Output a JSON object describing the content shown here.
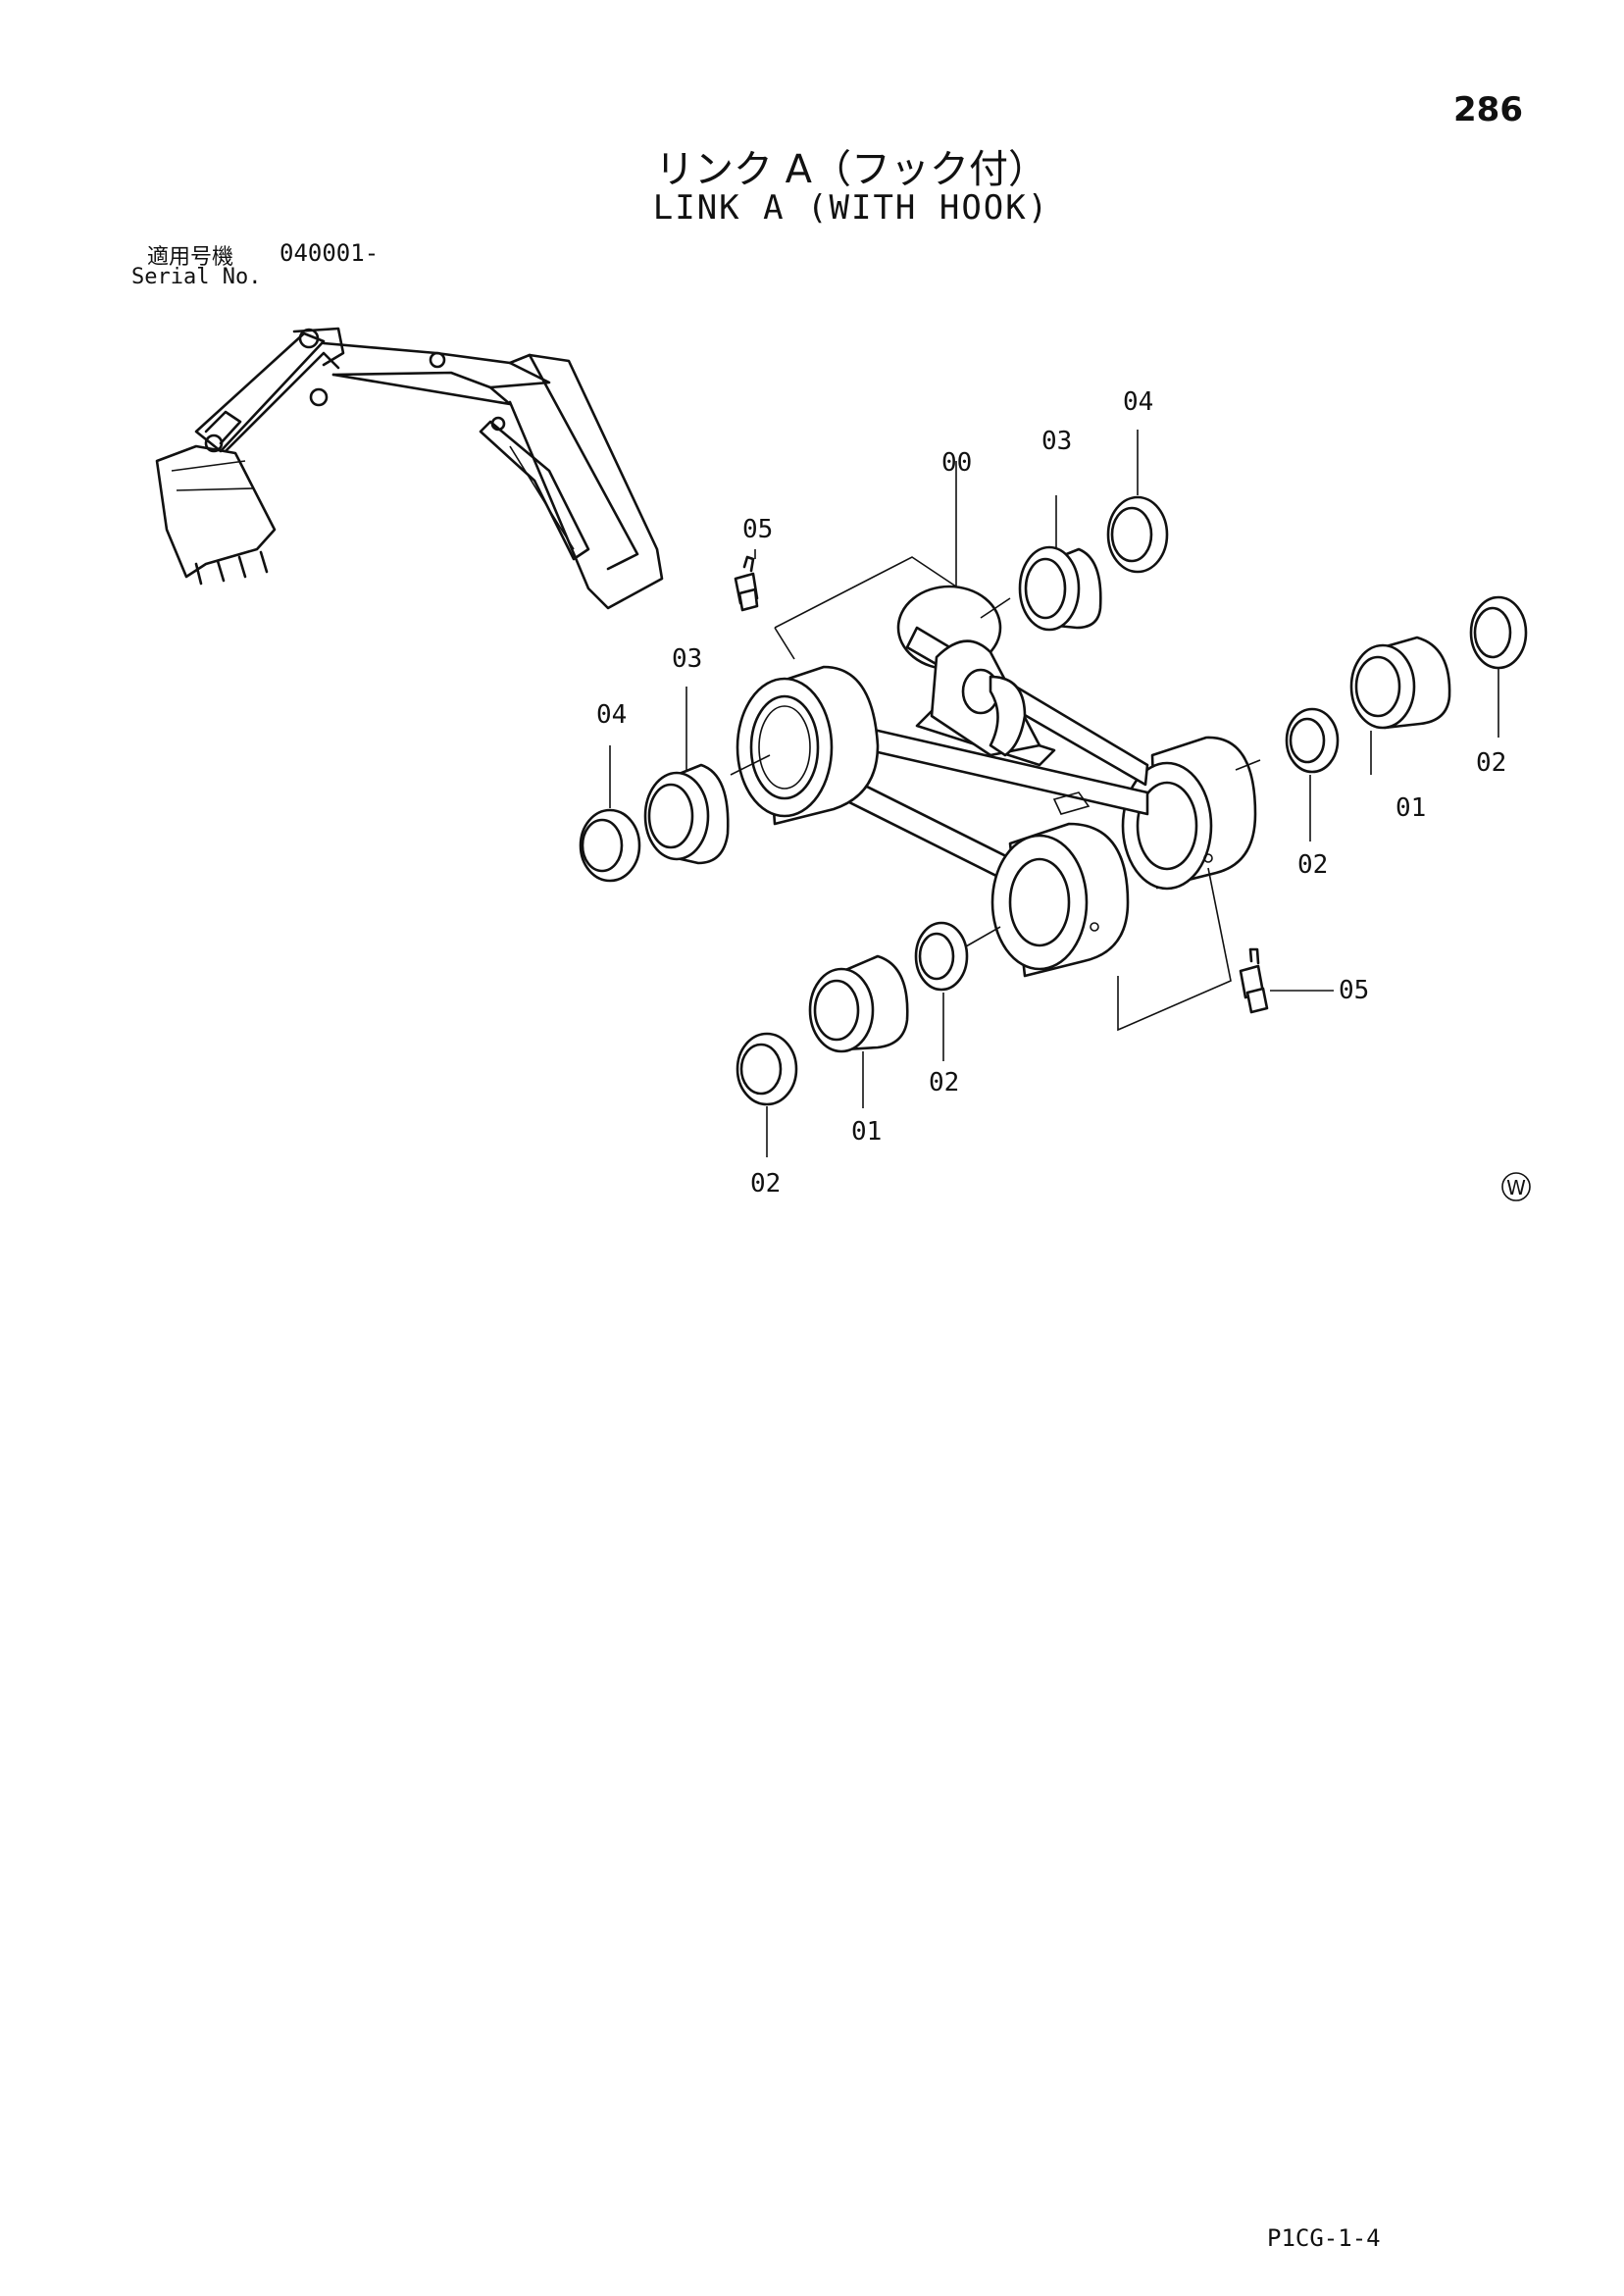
{
  "page_number": "286",
  "title_ja": "リンク A（フック付）",
  "title_en": "LINK A (WITH HOOK)",
  "serial": {
    "label_ja": "適用号機",
    "value": "040001-",
    "label_en": "Serial No."
  },
  "part_labels": {
    "p00": "00",
    "p01a": "01",
    "p01b": "01",
    "p02a": "02",
    "p02b": "02",
    "p02c": "02",
    "p02d": "02",
    "p03a": "03",
    "p03b": "03",
    "p04a": "04",
    "p04b": "04",
    "p05a": "05",
    "p05b": "05"
  },
  "corner_mark": "W",
  "footer_code": "P1CG-1-4"
}
